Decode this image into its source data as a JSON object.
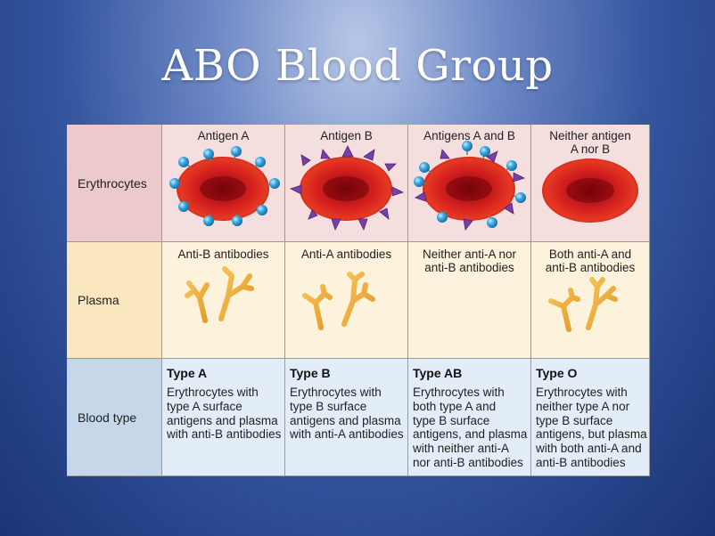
{
  "title": "ABO Blood Group",
  "rows": {
    "erythrocytes": "Erythrocytes",
    "plasma": "Plasma",
    "blood_type": "Blood type"
  },
  "columns": [
    {
      "antigen_label": [
        "Antigen A"
      ],
      "antibody_label": [
        "Anti-B antibodies"
      ],
      "type_name": "Type A",
      "description": [
        "Erythrocytes with",
        "type A surface",
        "antigens and plasma",
        "with anti-B antibodies"
      ]
    },
    {
      "antigen_label": [
        "Antigen B"
      ],
      "antibody_label": [
        "Anti-A antibodies"
      ],
      "type_name": "Type B",
      "description": [
        "Erythrocytes with",
        "type B surface",
        "antigens and plasma",
        "with anti-A antibodies"
      ]
    },
    {
      "antigen_label": [
        "Antigens A and B"
      ],
      "antibody_label": [
        "Neither anti-A nor",
        "anti-B antibodies"
      ],
      "type_name": "Type AB",
      "description": [
        "Erythrocytes with",
        "both type A and",
        "type B surface",
        "antigens, and plasma",
        "with neither anti-A",
        "nor anti-B antibodies"
      ]
    },
    {
      "antigen_label": [
        "Neither antigen",
        "A nor B"
      ],
      "antibody_label": [
        "Both anti-A and",
        "anti-B antibodies"
      ],
      "type_name": "Type O",
      "description": [
        "Erythrocytes with",
        "neither type A nor",
        "type B surface",
        "antigens, but plasma",
        "with both anti-A and",
        "anti-B antibodies"
      ]
    }
  ],
  "colors": {
    "antigen_a": "#3aa8e0",
    "antigen_b": "#7a3fa6",
    "antibody": "#e9a93a",
    "erythrocyte": "#c9141b"
  }
}
